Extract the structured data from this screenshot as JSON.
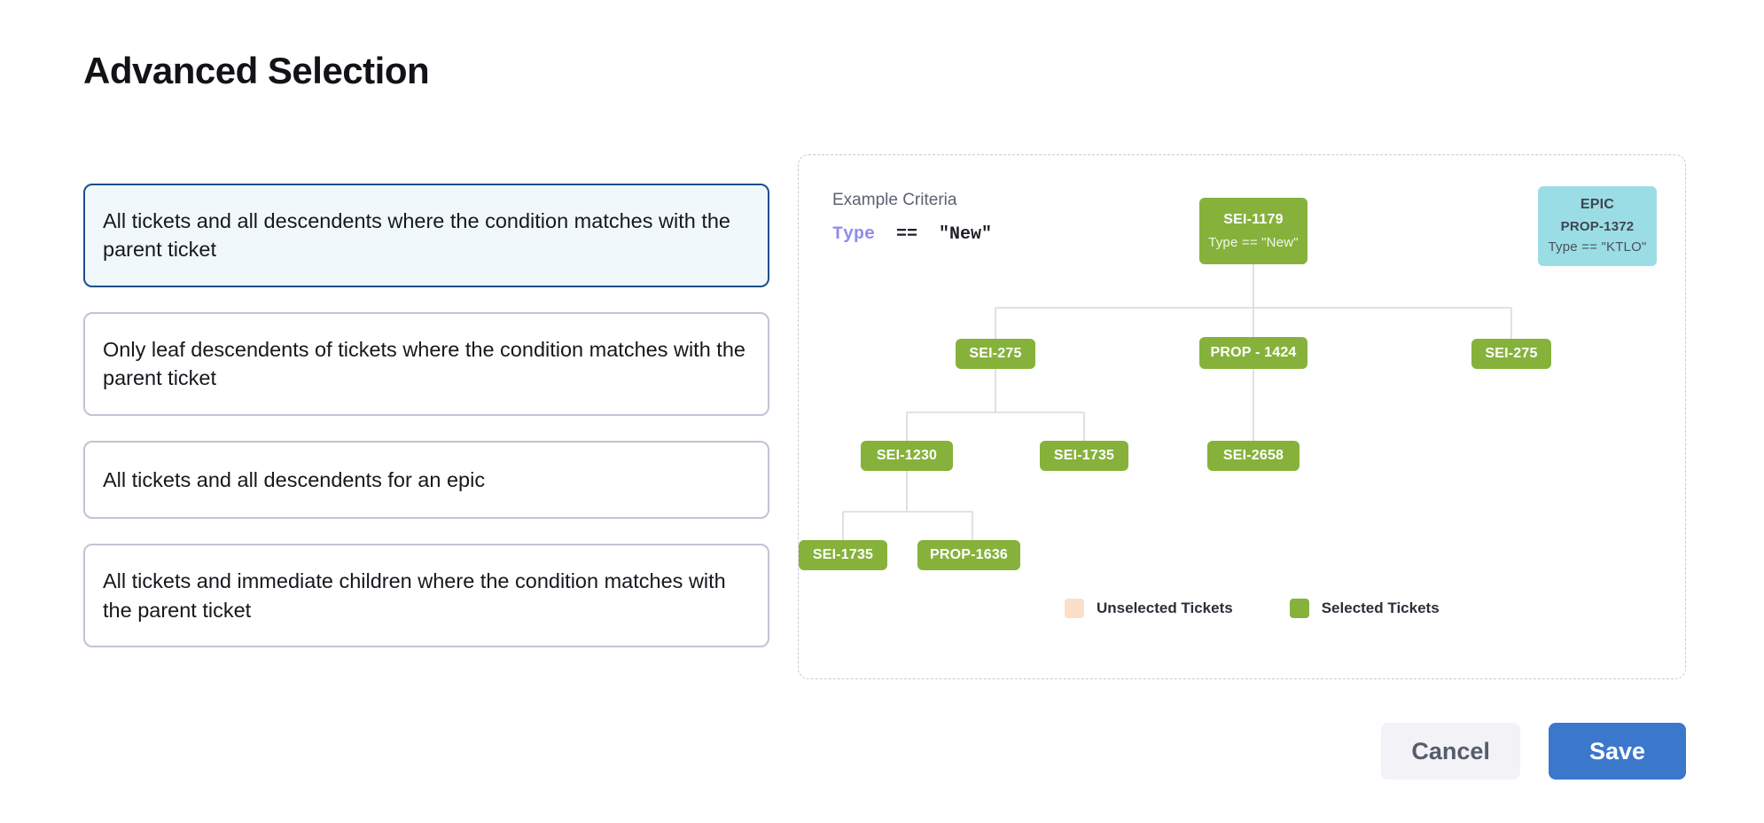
{
  "page": {
    "title": "Advanced Selection"
  },
  "options": [
    {
      "label": "All tickets and all descendents where the condition matches with the parent ticket",
      "selected": true
    },
    {
      "label": "Only leaf descendents of tickets where the condition matches with the parent ticket",
      "selected": false
    },
    {
      "label": "All tickets and all descendents for an epic",
      "selected": false
    },
    {
      "label": "All tickets and immediate children where the condition matches with the parent ticket",
      "selected": false
    }
  ],
  "diagram": {
    "criteria_title": "Example Criteria",
    "criteria_keyword": "Type",
    "criteria_rest": "  ==  \"New\"",
    "nodes": {
      "root": {
        "title": "SEI-1179",
        "subtitle": "Type == \"New\""
      },
      "epic": {
        "line1": "EPIC",
        "line2": "PROP-1372",
        "line3": "Type == \"KTLO\""
      },
      "r2a": {
        "title": "SEI-275"
      },
      "r2b": {
        "title": "PROP - 1424"
      },
      "r2c": {
        "title": "SEI-275"
      },
      "r3a": {
        "title": "SEI-1230"
      },
      "r3b": {
        "title": "SEI-1735"
      },
      "r3c": {
        "title": "SEI-2658"
      },
      "r4a": {
        "title": "SEI-1735"
      },
      "r4b": {
        "title": "PROP-1636"
      }
    },
    "legend": [
      {
        "label": "Unselected Tickets",
        "color": "#fbdfc8"
      },
      {
        "label": "Selected Tickets",
        "color": "#86b23c"
      }
    ]
  },
  "footer": {
    "cancel_label": "Cancel",
    "save_label": "Save"
  },
  "colors": {
    "selected_node": "#86b23c",
    "epic_node": "#9bdde4",
    "unselected_node": "#fbdfc8",
    "primary_button": "#3b78cc",
    "selected_card_border": "#1f4e8c",
    "selected_card_bg": "#f1f8fb"
  }
}
